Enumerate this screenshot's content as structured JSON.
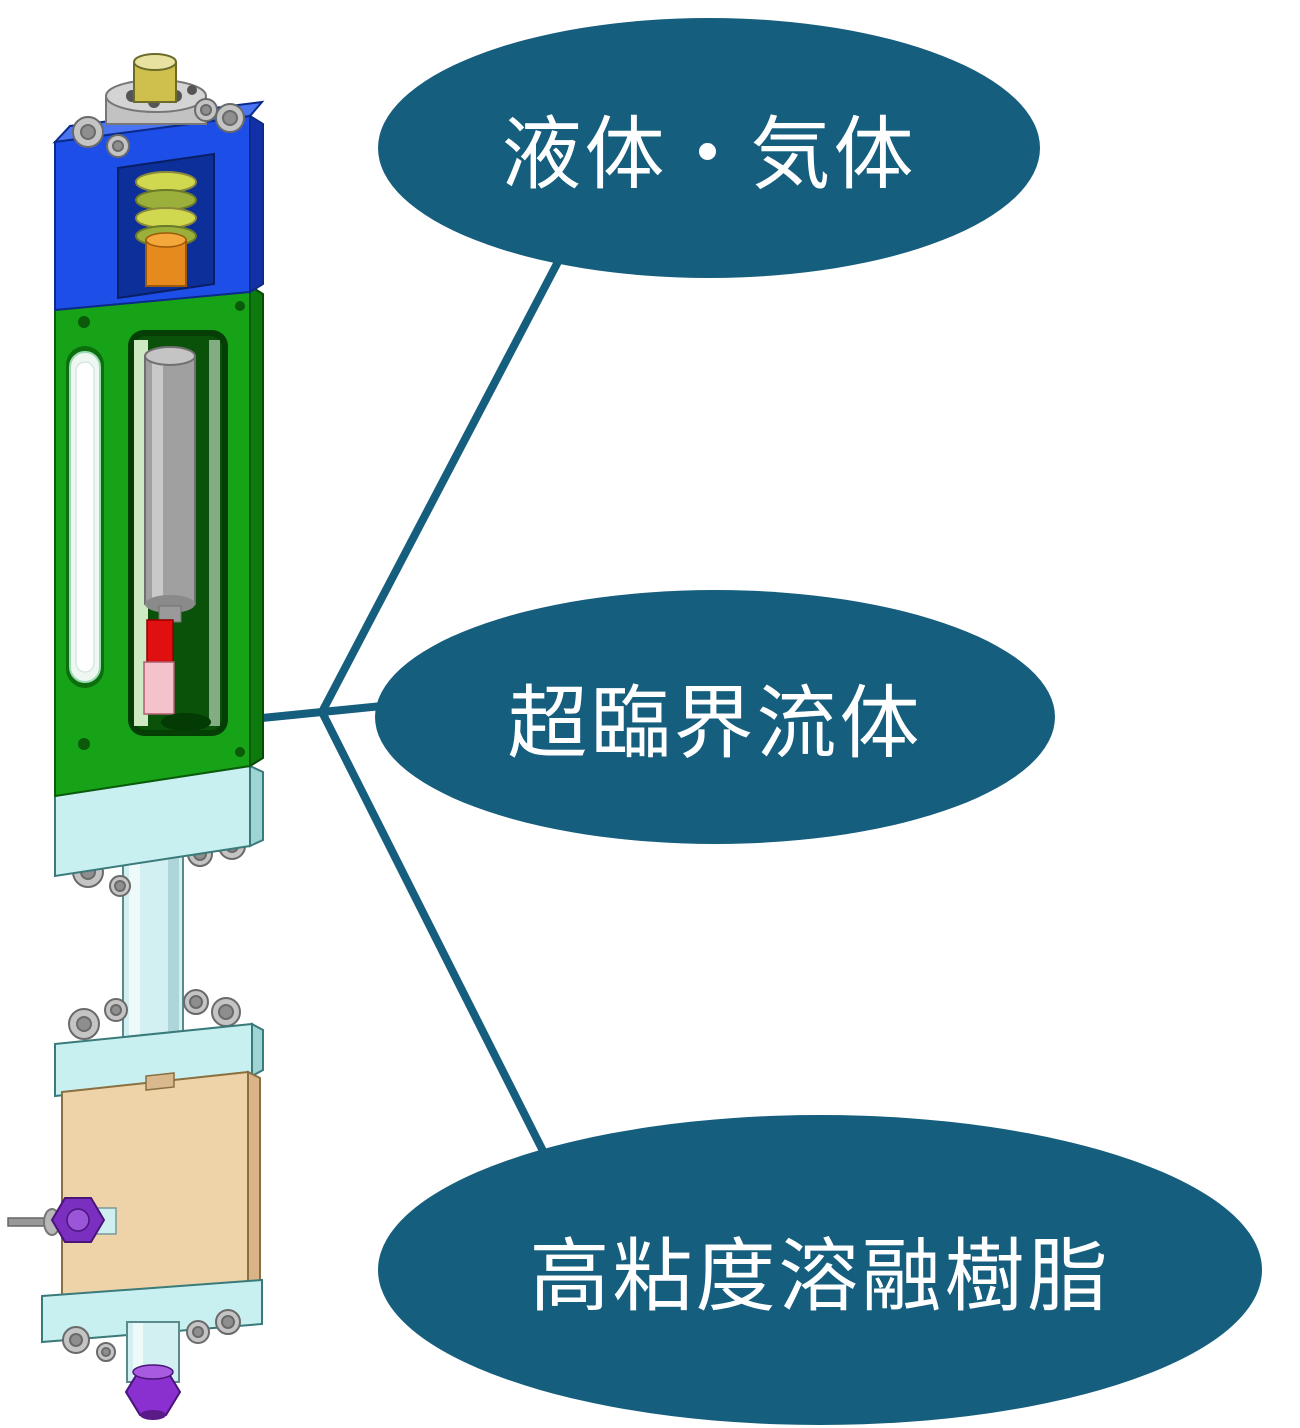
{
  "callouts": [
    {
      "id": "liquid-gas",
      "text": "液体・気体"
    },
    {
      "id": "supercritical",
      "text": "超臨界流体"
    },
    {
      "id": "molten-resin",
      "text": "高粘度溶融樹脂"
    }
  ],
  "colors": {
    "callout_fill": "#165E7D",
    "callout_text": "#FFFFFF",
    "connector": "#165E7D",
    "machine_blue": "#1D4EE8",
    "machine_green": "#17A317",
    "machine_cyan": "#C9F0F0",
    "machine_tan": "#EED2A8",
    "machine_red": "#E01010",
    "machine_orange": "#E68A1E",
    "machine_purple": "#7B2FC0",
    "machine_gray": "#A0A0A0",
    "machine_yellow": "#CFC04E",
    "machine_pink": "#F4C2CA"
  }
}
